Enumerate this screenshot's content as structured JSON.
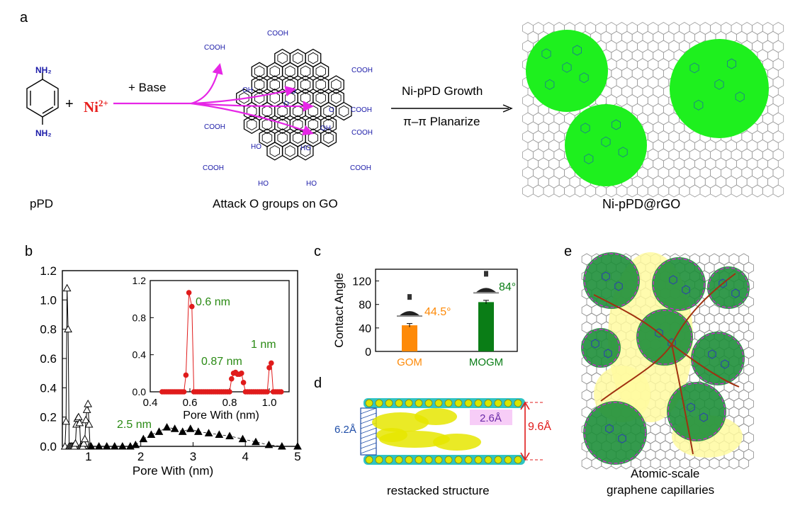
{
  "panel_a": {
    "letter": "a",
    "ppd_label": "pPD",
    "nh2_top": "NH₂",
    "nh2_bottom": "NH₂",
    "plus": "+",
    "ni_label": "Ni",
    "ni_charge": "2+",
    "base_label": "+ Base",
    "go_label": "Attack O groups on GO",
    "arrow_top_label": "Ni-pPD Growth",
    "arrow_bottom_label": "π–π Planarize",
    "product_label": "Ni-pPD@rGO",
    "cooh": "COOH",
    "oh": "OH",
    "ho": "HO",
    "o": "O",
    "colors": {
      "ni": "#e8201e",
      "arrow": "#e626e6",
      "blob": "#1ef01e",
      "group": "#1a1aa8"
    }
  },
  "panel_b": {
    "letter": "b",
    "annotation": "2.5 nm",
    "inset_annotations": [
      "0.6 nm",
      "0.87 nm",
      "1 nm"
    ],
    "annotation_color": "#2a8a14"
  },
  "panel_c": {
    "letter": "c",
    "contact_label_gom": "44.5°",
    "contact_label_mogm": "84°"
  },
  "panel_d": {
    "letter": "d",
    "dim_left": "6.2Å",
    "dim_mid": "2.6Å",
    "dim_right": "9.6Å",
    "caption": "restacked structure"
  },
  "panel_e": {
    "letter": "e",
    "caption_line1": "Atomic-scale",
    "caption_line2": "graphene capillaries"
  },
  "chart_data": [
    {
      "type": "scatter",
      "xlabel": "Pore With (nm)",
      "ylabel": "",
      "xlim": [
        0.5,
        5
      ],
      "ylim": [
        0,
        1.2
      ],
      "xticks": [
        1,
        2,
        3,
        4,
        5
      ],
      "yticks": [
        0.0,
        0.2,
        0.4,
        0.6,
        0.8,
        1.0,
        1.2
      ],
      "series": [
        {
          "marker": "open-triangle",
          "x": [
            0.55,
            0.57,
            0.59,
            0.61,
            0.63,
            0.65,
            0.67,
            0.69,
            0.71,
            0.73,
            0.75,
            0.77,
            0.79,
            0.81,
            0.83,
            0.85,
            0.87,
            0.89,
            0.91,
            0.93,
            0.95,
            0.97,
            0.99,
            1.01,
            1.03
          ],
          "y": [
            0.0,
            0.17,
            1.08,
            0.8,
            0.0,
            0.0,
            0.0,
            0.0,
            0.0,
            0.0,
            0.02,
            0.15,
            0.19,
            0.2,
            0.16,
            0.0,
            0.0,
            0.0,
            0.02,
            0.05,
            0.18,
            0.25,
            0.29,
            0.15,
            0.0
          ]
        },
        {
          "marker": "filled-triangle",
          "x": [
            1.05,
            1.2,
            1.35,
            1.5,
            1.65,
            1.8,
            1.9,
            2.05,
            2.2,
            2.35,
            2.5,
            2.65,
            2.8,
            2.95,
            3.1,
            3.3,
            3.5,
            3.7,
            3.95,
            4.2,
            4.45,
            4.7,
            5.0
          ],
          "y": [
            0.0,
            0.0,
            0.0,
            0.0,
            0.0,
            0.0,
            0.01,
            0.05,
            0.08,
            0.1,
            0.13,
            0.12,
            0.1,
            0.12,
            0.1,
            0.09,
            0.08,
            0.07,
            0.05,
            0.03,
            0.01,
            0.0,
            0.0
          ]
        }
      ]
    },
    {
      "type": "line",
      "xlabel": "Pore With (nm)",
      "ylabel": "",
      "xlim": [
        0.4,
        1.1
      ],
      "ylim": [
        0,
        1.2
      ],
      "xticks": [
        0.4,
        0.6,
        0.8,
        1.0
      ],
      "yticks": [
        0.0,
        0.4,
        0.8,
        1.2
      ],
      "series": [
        {
          "color": "#e01b1b",
          "x": [
            0.46,
            0.47,
            0.48,
            0.49,
            0.5,
            0.51,
            0.52,
            0.53,
            0.54,
            0.55,
            0.56,
            0.57,
            0.58,
            0.595,
            0.61,
            0.62,
            0.63,
            0.64,
            0.65,
            0.66,
            0.67,
            0.68,
            0.69,
            0.7,
            0.71,
            0.72,
            0.73,
            0.74,
            0.75,
            0.76,
            0.77,
            0.78,
            0.79,
            0.8,
            0.81,
            0.82,
            0.83,
            0.84,
            0.85,
            0.86,
            0.87,
            0.88,
            0.89,
            0.9,
            0.91,
            0.92,
            0.93,
            0.94,
            0.95,
            0.96,
            0.97,
            0.98,
            0.99,
            1.0,
            1.01,
            1.02,
            1.03,
            1.04,
            1.05,
            1.06
          ],
          "y": [
            0.0,
            0.0,
            0.0,
            0.0,
            0.0,
            0.0,
            0.0,
            0.0,
            0.0,
            0.0,
            0.0,
            0.0,
            0.18,
            1.07,
            0.92,
            0.0,
            0.0,
            0.0,
            0.0,
            0.0,
            0.0,
            0.0,
            0.0,
            0.0,
            0.0,
            0.0,
            0.0,
            0.0,
            0.0,
            0.0,
            0.0,
            0.0,
            0.0,
            0.0,
            0.14,
            0.2,
            0.21,
            0.19,
            0.19,
            0.2,
            0.1,
            0.0,
            0.0,
            0.0,
            0.0,
            0.0,
            0.0,
            0.0,
            0.0,
            0.0,
            0.0,
            0.0,
            0.0,
            0.26,
            0.31,
            0.0,
            0.0,
            0.0,
            0.0,
            0.0
          ]
        }
      ]
    },
    {
      "type": "bar",
      "ylabel": "Contact Angle",
      "ylim": [
        0,
        140
      ],
      "yticks": [
        0,
        40,
        80,
        120
      ],
      "categories": [
        "GOM",
        "MOGM"
      ],
      "values": [
        44.5,
        84
      ],
      "errors": [
        3,
        3
      ],
      "colors": [
        "#fe8a08",
        "#0a7d16"
      ]
    }
  ]
}
